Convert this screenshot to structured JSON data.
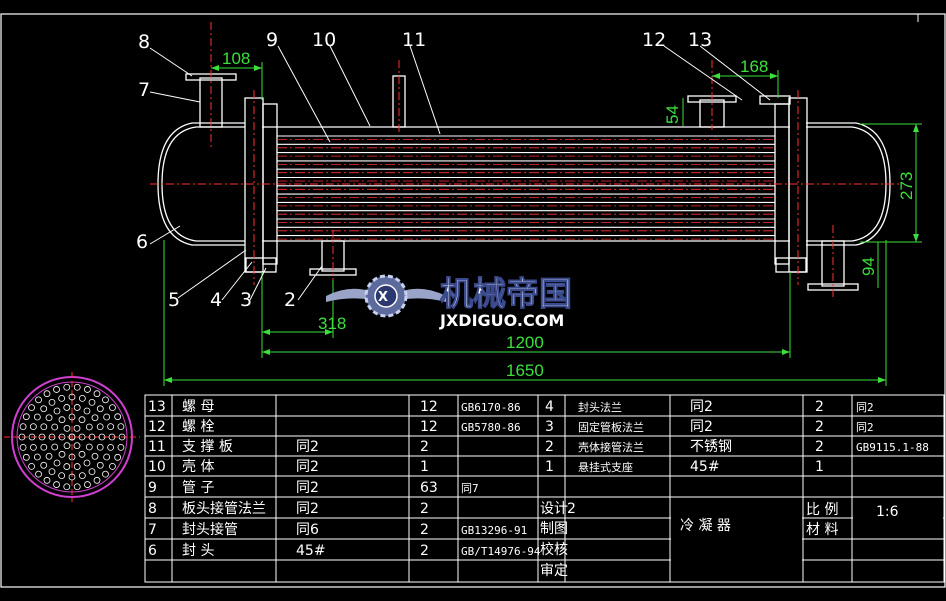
{
  "callouts": [
    "8",
    "7",
    "9",
    "10",
    "11",
    "12",
    "13",
    "6",
    "5",
    "4",
    "3",
    "2"
  ],
  "dimensions": {
    "d108": "108",
    "d168": "168",
    "d54": "54",
    "d273": "273",
    "d94": "94",
    "d318": "318",
    "d1200": "1200",
    "d1650": "1650"
  },
  "watermark": {
    "title": "机械帝国",
    "subtitle": "JXDIGUO.COM"
  },
  "parts_left": [
    {
      "no": "13",
      "name": "螺 母",
      "material": "",
      "qty": "12",
      "std": "GB6170-86"
    },
    {
      "no": "12",
      "name": "螺 栓",
      "material": "",
      "qty": "12",
      "std": "GB5780-86"
    },
    {
      "no": "11",
      "name": "支 撑 板",
      "material": "同2",
      "qty": "2",
      "std": ""
    },
    {
      "no": "10",
      "name": "壳 体",
      "material": "同2",
      "qty": "1",
      "std": ""
    },
    {
      "no": "9",
      "name": "管 子",
      "material": "同2",
      "qty": "63",
      "std": "同7"
    },
    {
      "no": "8",
      "name": "板头接管法兰",
      "material": "同2",
      "qty": "2",
      "std": ""
    },
    {
      "no": "7",
      "name": "封头接管",
      "material": "同6",
      "qty": "2",
      "std": "GB13296-91"
    },
    {
      "no": "6",
      "name": "封 头",
      "material": "45#",
      "qty": "2",
      "std": "GB/T14976-94"
    }
  ],
  "parts_right": [
    {
      "no": "4",
      "name": "封头法兰",
      "material": "同2",
      "qty": "2",
      "std": "同2"
    },
    {
      "no": "3",
      "name": "固定管板法兰",
      "material": "同2",
      "qty": "2",
      "std": "同2"
    },
    {
      "no": "2",
      "name": "壳体接管法兰",
      "material": "不锈钢",
      "qty": "2",
      "std": "GB9115.1-88"
    },
    {
      "no": "1",
      "name": "悬挂式支座",
      "material": "45#",
      "qty": "1",
      "std": ""
    }
  ],
  "title_block": {
    "roles": [
      "设计",
      "制图",
      "校核",
      "审定"
    ],
    "role_extra": "2",
    "drawing_title": "冷 凝 器",
    "scale_label": "比 例",
    "material_label": "材 料",
    "scale_value": "1:6"
  },
  "colors": {
    "background": "#000000",
    "outline": "#ffffff",
    "dimension": "#3ce03c",
    "centerline": "#ff3030",
    "section": "#d040d0",
    "table": "#ffffff"
  }
}
